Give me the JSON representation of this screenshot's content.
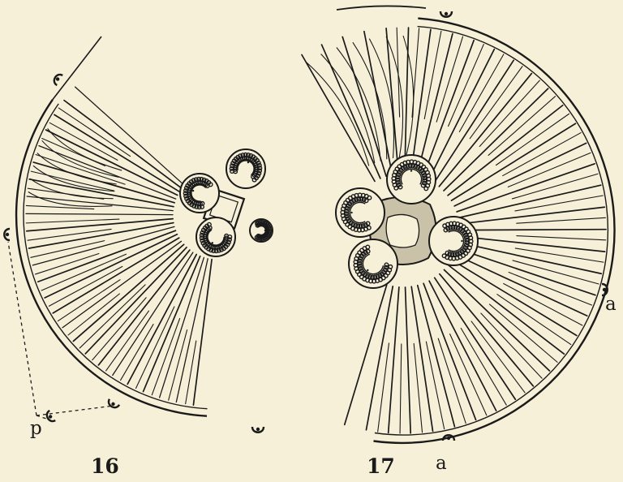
{
  "figures": [
    {
      "number": "16",
      "letter": "p"
    },
    {
      "number": "17",
      "letter_bottom": "a",
      "letter_right": "a"
    }
  ],
  "colors": {
    "paper": "#f6f0d8",
    "ink": "#1a1a1a",
    "shade": "#c9c2a8"
  }
}
